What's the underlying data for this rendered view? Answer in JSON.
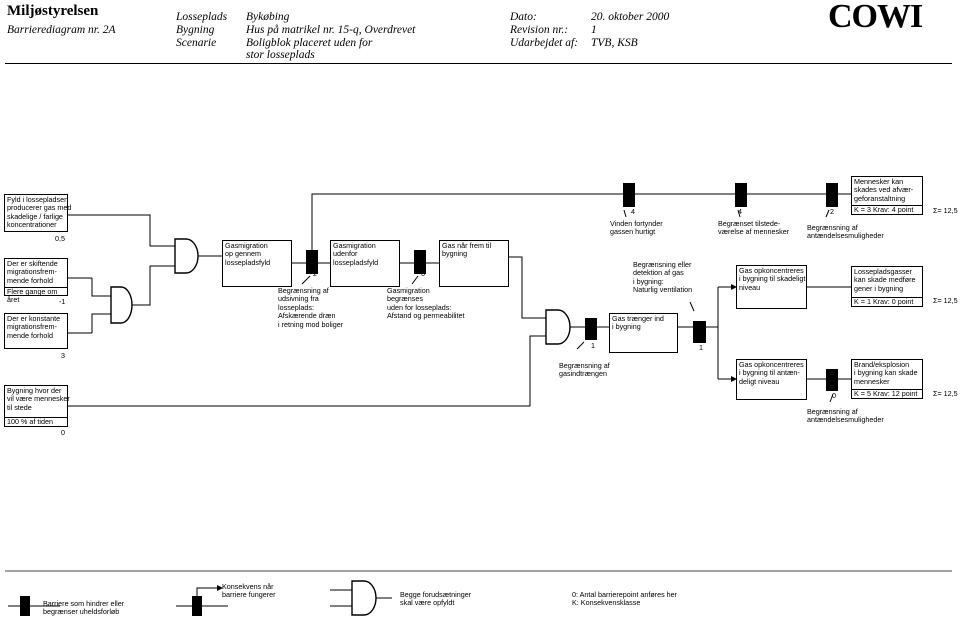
{
  "header": {
    "org": "Miljøstyrelsen",
    "doc": "Barrierediagram nr. 2A",
    "labels": [
      "Losseplads",
      "Bygning",
      "Scenarie"
    ],
    "values": [
      "Bykøbing",
      "Hus på matrikel nr. 15-q, Overdrevet",
      "Boligblok placeret uden for",
      "stor losseplads"
    ],
    "right_labels": [
      "Dato:",
      "Revision nr.:",
      "Udarbejdet af:"
    ],
    "right_values": [
      "20. oktober 2000",
      "1",
      "TVB, KSB"
    ],
    "logo": "COWI"
  },
  "inputs": {
    "fyld": "Fyld i lossepladsen\nproducerer gas med\nskadelige / farlige\nkoncentrationer",
    "fyld_val": "0,5",
    "skift": "Der er skiftende\nmigrationsfrem-\nmende forhold",
    "skift_sub": "Flere gange om året",
    "skift_val": "-1",
    "konst": "Der er konstante\nmigrationsfrem-\nmende forhold",
    "konst_val": "3",
    "bygning": "Bygning hvor der\nvil være mennesker\ntil stede",
    "bygning_sub": "100 % af tiden",
    "bygning_val": "0"
  },
  "events": {
    "gasmig1": "Gasmigration\nop gennem\nlossepladsfyld",
    "gasmig2": "Gasmigration\nudenfor\nlossepladsfyld",
    "gasfrem": "Gas når frem til\nbygning",
    "gastraenger": "Gas trænger ind\ni bygning",
    "opkonc1": "Gas opkoncentreres\ni bygning til skadeligt\nniveau",
    "opkonc2": "Gas opkoncentreres\ni bygning til antæn-\ndeligt niveau"
  },
  "outcomes": [
    {
      "text": "Mennesker kan\nskades ved afvær-\ngeforanstaltning",
      "sub": "K = 3  Krav: 4 point",
      "sum": "Σ=   12,5"
    },
    {
      "text": "Lossepladsgasser\nkan skade medføre\ngener i bygning",
      "sub": "K = 1  Krav: 0 point",
      "sum": "Σ=   12,5"
    },
    {
      "text": "Brand/eksplosion\ni bygning kan skade\nmennesker",
      "sub": "K = 5  Krav: 12 point",
      "sum": "Σ=   12,5"
    }
  ],
  "barriers": {
    "b1": {
      "num": "2",
      "text": "Begrænsning af\nudsivning fra\nlosseplads:\nAfskærende dræn\ni retning mod boliger"
    },
    "b2": {
      "num": "6",
      "text": "Gasmigration\nbegrænses\nuden for losseplads:\nAfstand og permeabilitet"
    },
    "b3": {
      "num": "1",
      "text": "Begrænsning af\ngasindtrængen"
    },
    "b4": {
      "num": "1",
      "text": "Begrænsning eller\ndetektion af gas\ni bygning:\nNaturlig ventilation"
    },
    "b5": {
      "num": "4",
      "text": "Vinden fortynder\ngassen hurtigt"
    },
    "b6": {
      "num": "4",
      "text": "Begrænset tilstede-\nværelse af mennesker"
    },
    "b7": {
      "num": "2",
      "text": "Begrænsning af\nantændelsesmuligheder"
    },
    "b8": {
      "num": "0",
      "text": "Begrænsning af\nantændelsesmuligheder"
    }
  },
  "legend": {
    "barrier": "Barriere som hindrer eller\nbegrænser uheldsforløb",
    "consequence": "Konsekvens når\nbarriere fungerer",
    "and_gate": "Begge forudsætninger\nskal være opfyldt",
    "note": "0: Antal barrierepoint anføres her\nK: Konsekvensklasse"
  }
}
